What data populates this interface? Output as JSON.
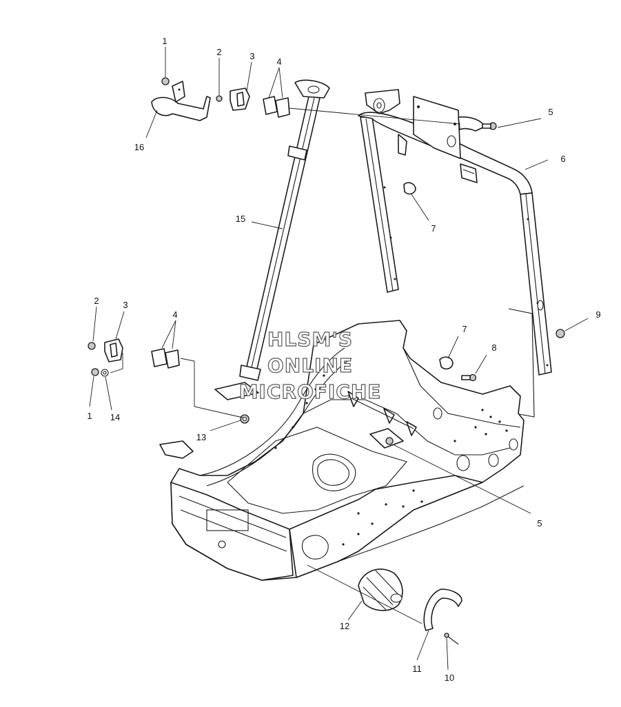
{
  "watermark": {
    "line1": "HLSM'S",
    "line2": "ONLINE",
    "line3": "MICROFICHE"
  },
  "callouts": [
    {
      "id": "c1a",
      "text": "1"
    },
    {
      "id": "c2a",
      "text": "2"
    },
    {
      "id": "c3a",
      "text": "3"
    },
    {
      "id": "c4a",
      "text": "4"
    },
    {
      "id": "c5a",
      "text": "5"
    },
    {
      "id": "c6",
      "text": "6"
    },
    {
      "id": "c7a",
      "text": "7"
    },
    {
      "id": "c16",
      "text": "16"
    },
    {
      "id": "c15",
      "text": "15"
    },
    {
      "id": "c2b",
      "text": "2"
    },
    {
      "id": "c3b",
      "text": "3"
    },
    {
      "id": "c4b",
      "text": "4"
    },
    {
      "id": "c7b",
      "text": "7"
    },
    {
      "id": "c9",
      "text": "9"
    },
    {
      "id": "c8",
      "text": "8"
    },
    {
      "id": "c1b",
      "text": "1"
    },
    {
      "id": "c14",
      "text": "14"
    },
    {
      "id": "c13",
      "text": "13"
    },
    {
      "id": "c5b",
      "text": "5"
    },
    {
      "id": "c12",
      "text": "12"
    },
    {
      "id": "c11",
      "text": "11"
    },
    {
      "id": "c10",
      "text": "10"
    }
  ]
}
